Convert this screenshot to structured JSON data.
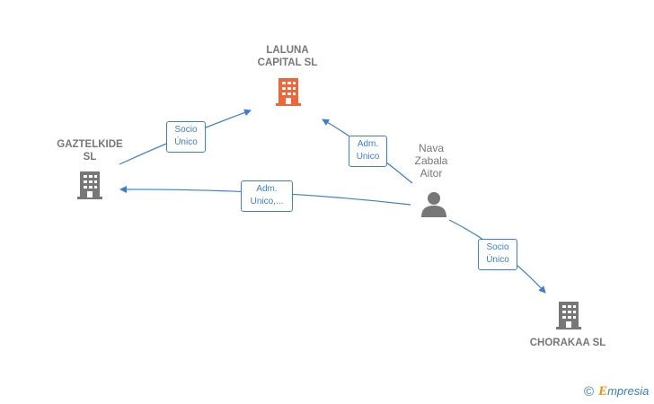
{
  "nodes": {
    "laluna": {
      "name": "LALUNA\nCAPITAL  SL",
      "color": "#f0653a"
    },
    "gaztelkide": {
      "name": "GAZTELKIDE\nSL",
      "color": "#777777"
    },
    "chorakaa": {
      "name": "CHORAKAA  SL",
      "color": "#777777"
    },
    "person": {
      "name": "Nava\nZabala\nAitor",
      "color": "#777777"
    }
  },
  "relations": {
    "gaztelkide_laluna": "Socio\nÚnico",
    "person_laluna": "Adm.\nUnico",
    "person_gaztelkide": "Adm.\nUnico,...",
    "person_chorakaa": "Socio\nÚnico"
  },
  "colors": {
    "edge": "#3a7fd5",
    "company": "#777777",
    "highlight": "#f0653a"
  },
  "footer": {
    "copyright_symbol": "©",
    "brand_initial": "E",
    "brand_rest": "mpresia"
  }
}
